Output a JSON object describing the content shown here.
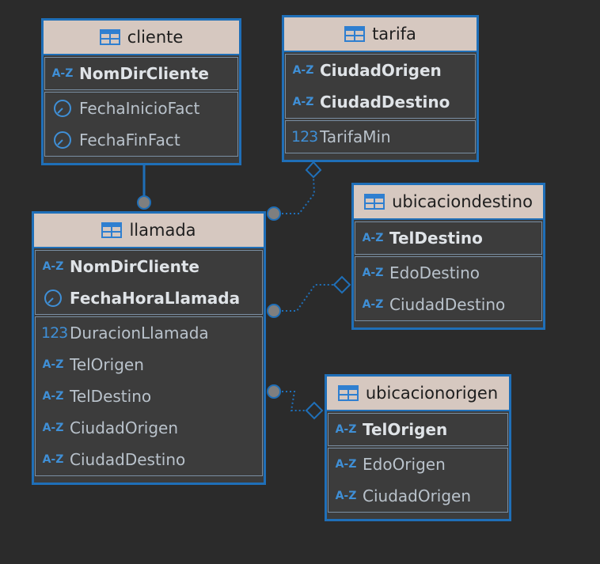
{
  "entities": {
    "cliente": {
      "title": "cliente",
      "key_columns": [
        {
          "name": "NomDirCliente",
          "icon": "text-type-icon",
          "icon_text": "A-Z"
        }
      ],
      "columns": [
        {
          "name": "FechaInicioFact",
          "icon": "clock-icon"
        },
        {
          "name": "FechaFinFact",
          "icon": "clock-icon"
        }
      ]
    },
    "tarifa": {
      "title": "tarifa",
      "key_columns": [
        {
          "name": "CiudadOrigen",
          "icon": "text-type-icon",
          "icon_text": "A-Z"
        },
        {
          "name": "CiudadDestino",
          "icon": "text-type-icon",
          "icon_text": "A-Z"
        }
      ],
      "columns": [
        {
          "name": "TarifaMin",
          "icon": "number-type-icon",
          "icon_text": "123"
        }
      ]
    },
    "ubicaciondestino": {
      "title": "ubicaciondestino",
      "key_columns": [
        {
          "name": "TelDestino",
          "icon": "text-type-icon",
          "icon_text": "A-Z"
        }
      ],
      "columns": [
        {
          "name": "EdoDestino",
          "icon": "text-type-icon",
          "icon_text": "A-Z"
        },
        {
          "name": "CiudadDestino",
          "icon": "text-type-icon",
          "icon_text": "A-Z"
        }
      ]
    },
    "llamada": {
      "title": "llamada",
      "key_columns": [
        {
          "name": "NomDirCliente",
          "icon": "text-type-icon",
          "icon_text": "A-Z"
        },
        {
          "name": "FechaHoraLlamada",
          "icon": "clock-icon"
        }
      ],
      "columns": [
        {
          "name": "DuracionLlamada",
          "icon": "number-type-icon",
          "icon_text": "123"
        },
        {
          "name": "TelOrigen",
          "icon": "text-type-icon",
          "icon_text": "A-Z"
        },
        {
          "name": "TelDestino",
          "icon": "text-type-icon",
          "icon_text": "A-Z"
        },
        {
          "name": "CiudadOrigen",
          "icon": "text-type-icon",
          "icon_text": "A-Z"
        },
        {
          "name": "CiudadDestino",
          "icon": "text-type-icon",
          "icon_text": "A-Z"
        }
      ]
    },
    "ubicacionorigen": {
      "title": "ubicacionorigen",
      "key_columns": [
        {
          "name": "TelOrigen",
          "icon": "text-type-icon",
          "icon_text": "A-Z"
        }
      ],
      "columns": [
        {
          "name": "EdoOrigen",
          "icon": "text-type-icon",
          "icon_text": "A-Z"
        },
        {
          "name": "CiudadOrigen",
          "icon": "text-type-icon",
          "icon_text": "A-Z"
        }
      ]
    }
  },
  "colors": {
    "background": "#2b2b2b",
    "entity_border": "#1f6fb8",
    "entity_body": "#3c3c3c",
    "header": "#d6c8c0",
    "relation_line": "#1f6fb8",
    "relation_end": "#7f7f7f"
  },
  "relationships": [
    {
      "from": "llamada",
      "to": "cliente",
      "style": "identifying"
    },
    {
      "from": "llamada",
      "to": "tarifa",
      "style": "non-identifying"
    },
    {
      "from": "llamada",
      "to": "ubicaciondestino",
      "style": "non-identifying"
    },
    {
      "from": "llamada",
      "to": "ubicacionorigen",
      "style": "non-identifying"
    }
  ]
}
